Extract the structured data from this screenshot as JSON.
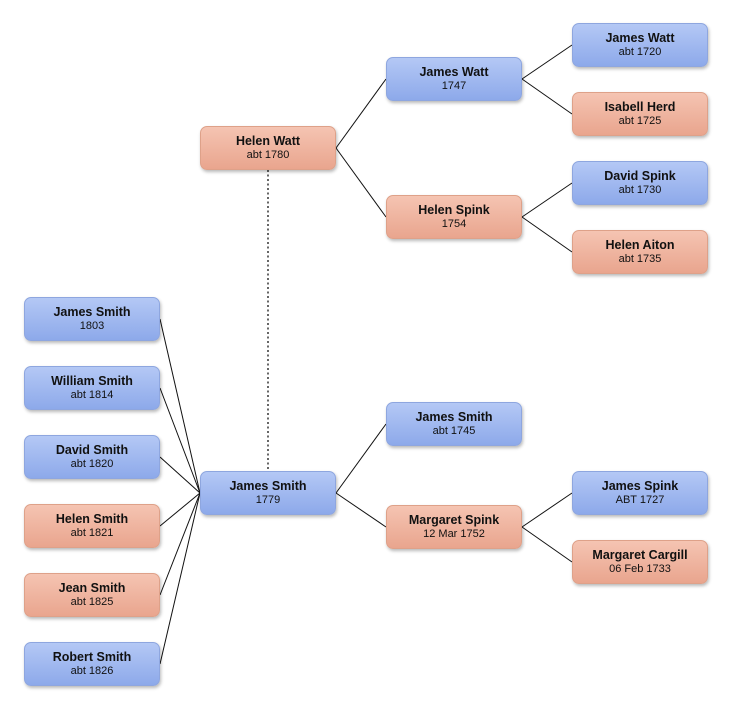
{
  "colors": {
    "male": "#9fb8f0",
    "female": "#efb59f",
    "line": "#111111"
  },
  "people": {
    "child_1": {
      "name": "James Smith",
      "date": "1803",
      "sex": "male"
    },
    "child_2": {
      "name": "William Smith",
      "date": "abt 1814",
      "sex": "male"
    },
    "child_3": {
      "name": "David Smith",
      "date": "abt 1820",
      "sex": "male"
    },
    "child_4": {
      "name": "Helen Smith",
      "date": "abt 1821",
      "sex": "female"
    },
    "child_5": {
      "name": "Jean Smith",
      "date": "abt 1825",
      "sex": "female"
    },
    "child_6": {
      "name": "Robert Smith",
      "date": "abt 1826",
      "sex": "male"
    },
    "spouse": {
      "name": "Helen Watt",
      "date": "abt 1780",
      "sex": "female"
    },
    "focus": {
      "name": "James Smith",
      "date": "1779",
      "sex": "male"
    },
    "spouse_father": {
      "name": "James Watt",
      "date": "1747",
      "sex": "male"
    },
    "spouse_mother": {
      "name": "Helen Spink",
      "date": "1754",
      "sex": "female"
    },
    "father": {
      "name": "James Smith",
      "date": "abt 1745",
      "sex": "male"
    },
    "mother": {
      "name": "Margaret Spink",
      "date": "12 Mar 1752",
      "sex": "female"
    },
    "spouse_ff": {
      "name": "James Watt",
      "date": "abt 1720",
      "sex": "male"
    },
    "spouse_fm": {
      "name": "Isabell Herd",
      "date": "abt 1725",
      "sex": "female"
    },
    "spouse_mf": {
      "name": "David Spink",
      "date": "abt 1730",
      "sex": "male"
    },
    "spouse_mm": {
      "name": "Helen Aiton",
      "date": "abt 1735",
      "sex": "female"
    },
    "mother_f": {
      "name": "James Spink",
      "date": "ABT 1727",
      "sex": "male"
    },
    "mother_m": {
      "name": "Margaret Cargill",
      "date": "06 Feb 1733",
      "sex": "female"
    }
  }
}
